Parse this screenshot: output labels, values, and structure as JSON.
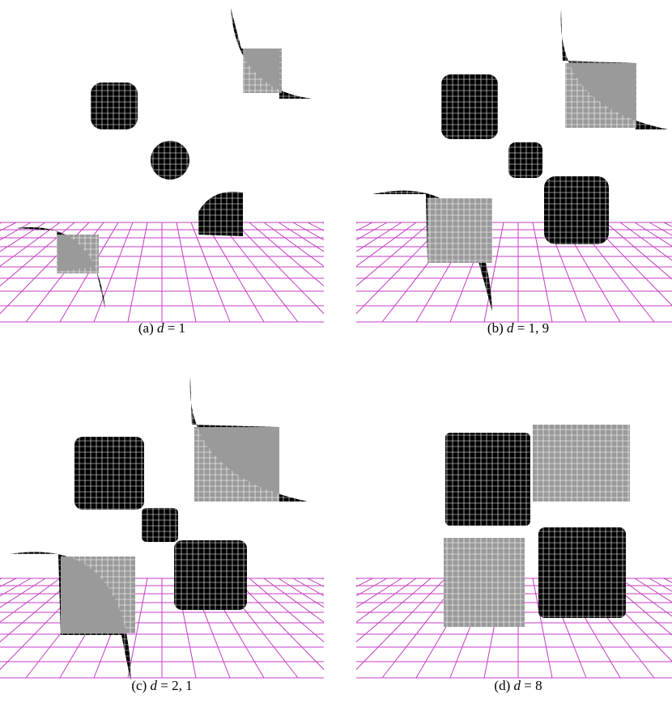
{
  "figure": {
    "panels": [
      {
        "id": "a",
        "label": "(a)",
        "var": "d",
        "eq": "= 1"
      },
      {
        "id": "b",
        "label": "(b)",
        "var": "d",
        "eq": "= 1, 9"
      },
      {
        "id": "c",
        "label": "(c)",
        "var": "d",
        "eq": "= 2, 1"
      },
      {
        "id": "d",
        "label": "(d)",
        "var": "d",
        "eq": "= 8"
      }
    ]
  },
  "colors": {
    "floor_grid": "#c43ec4",
    "surface_dark": "#000000",
    "surface_light": "#9a9a9a",
    "mesh": "#ffffff"
  }
}
